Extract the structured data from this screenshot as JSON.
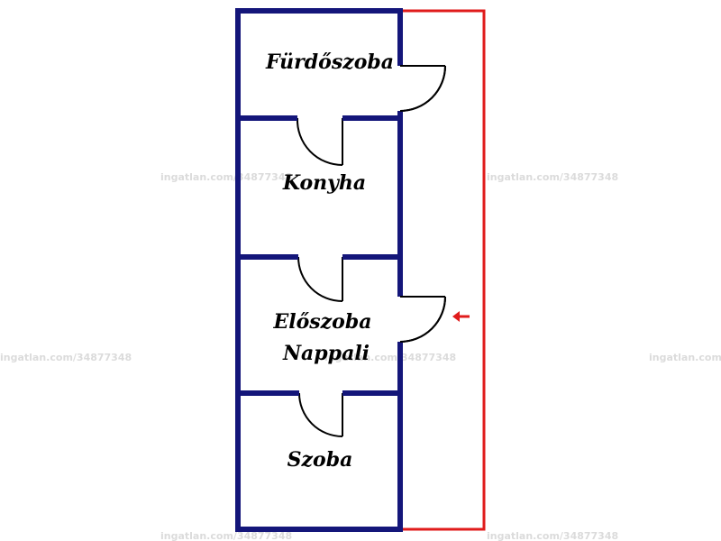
{
  "colors": {
    "wall": "#14167a",
    "outline": "#e01b1b",
    "door": "#000000",
    "arrow": "#e01b1b",
    "watermark": "#d8d8d8"
  },
  "rooms": {
    "bathroom": "Fürdőszoba",
    "kitchen": "Konyha",
    "hall_line1": "Előszoba",
    "hall_line2": "Nappali",
    "room": "Szoba"
  },
  "watermark": "ingatlan.com/34877348",
  "entrance_arrow_icon": "arrow-left-icon"
}
